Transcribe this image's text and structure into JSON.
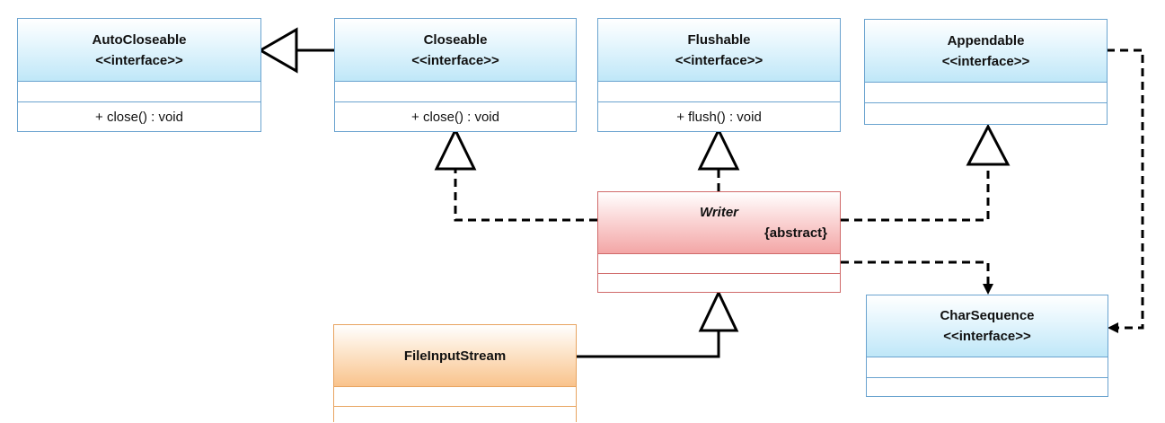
{
  "classes": {
    "autocloseable": {
      "name": "AutoCloseable",
      "stereotype": "<<interface>>",
      "method": "+ close() : void"
    },
    "closeable": {
      "name": "Closeable",
      "stereotype": "<<interface>>",
      "method": "+ close() : void"
    },
    "flushable": {
      "name": "Flushable",
      "stereotype": "<<interface>>",
      "method": "+ flush() : void"
    },
    "appendable": {
      "name": "Appendable",
      "stereotype": "<<interface>>"
    },
    "writer": {
      "name": "Writer",
      "modifier": "{abstract}"
    },
    "charsequence": {
      "name": "CharSequence",
      "stereotype": "<<interface>>"
    },
    "fileinputstream": {
      "name": "FileInputStream"
    }
  },
  "colors": {
    "interface_fill": "#bfe7f8",
    "abstract_fill": "#f3a6a6",
    "class_fill": "#f9c38c",
    "line": "#000000"
  }
}
